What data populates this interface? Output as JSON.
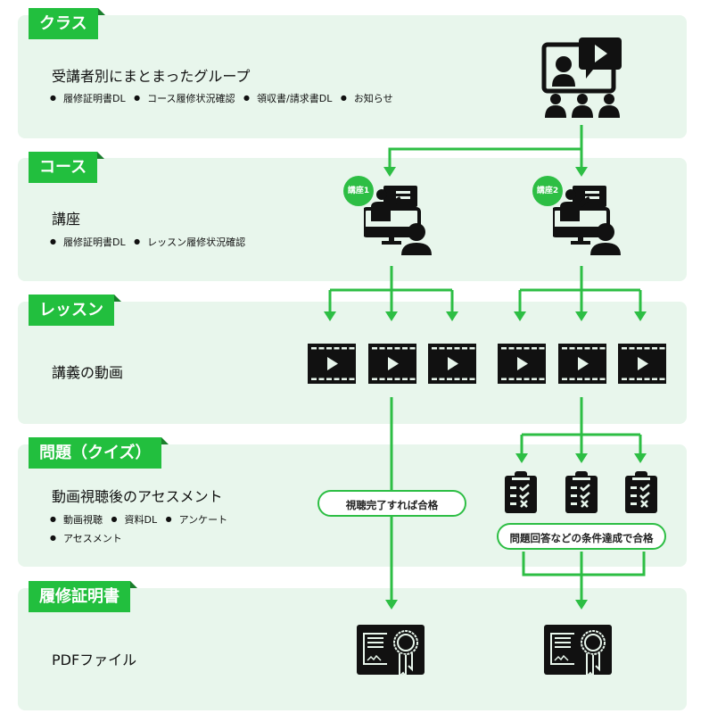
{
  "colors": {
    "accent": "#22bf3e",
    "line": "#2dbe44",
    "panel_bg": "#e8f6ec",
    "icon": "#111111"
  },
  "sections": {
    "class": {
      "tag": "クラス",
      "heading": "受講者別にまとまったグループ",
      "bullets": [
        "履修証明書DL",
        "コース履修状況確認",
        "領収書/請求書DL",
        "お知らせ"
      ],
      "icon": "online-class-icon"
    },
    "course": {
      "tag": "コース",
      "heading": "講座",
      "bullets": [
        "履修証明書DL",
        "レッスン履修状況確認"
      ],
      "items": [
        {
          "badge": "講座1",
          "icon": "instructor-icon"
        },
        {
          "badge": "講座2",
          "icon": "instructor-icon"
        }
      ]
    },
    "lesson": {
      "tag": "レッスン",
      "heading": "講義の動画",
      "video_count": 6,
      "icon": "video-icon"
    },
    "quiz": {
      "tag": "問題（クイズ）",
      "heading": "動画視聴後のアセスメント",
      "bullets": [
        "動画視聴",
        "資料DL",
        "アンケート",
        "アセスメント"
      ],
      "pass_watch": "視聴完了すれば合格",
      "pass_quiz": "問題回答などの条件達成で合格",
      "quiz_count": 3,
      "icon": "quiz-clipboard-icon"
    },
    "certificate": {
      "tag": "履修証明書",
      "heading": "PDFファイル",
      "icon": "certificate-icon"
    }
  }
}
